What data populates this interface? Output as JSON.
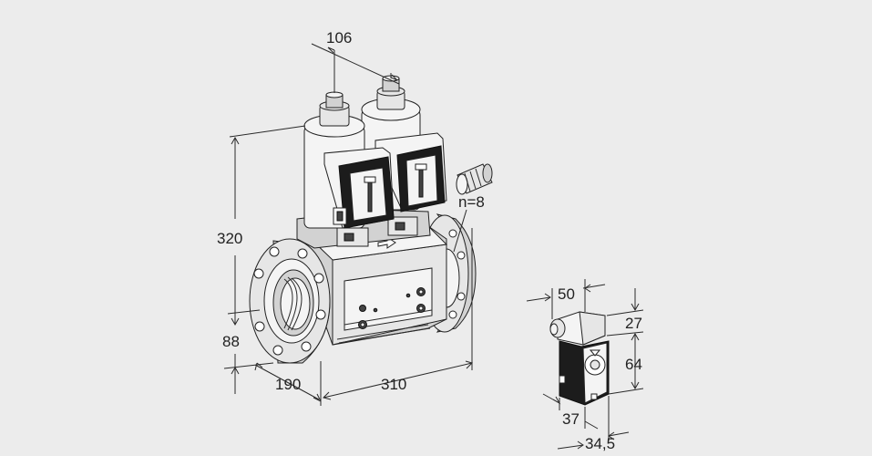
{
  "dimensions": {
    "width_top": "106",
    "height_total": "320",
    "height_bottom": "88",
    "depth": "190",
    "length": "310",
    "connector_count": "n=8",
    "plug_width": "50",
    "plug_height_top": "27",
    "plug_height_body": "64",
    "plug_depth": "37",
    "plug_width_bottom": "34,5"
  },
  "colors": {
    "background": "#ececec",
    "line": "#2a2a2a",
    "body_fill": "#e6e6e6",
    "coil_fill": "#1c1c1c"
  },
  "icons": [
    "arrow-icon",
    "cable-gland-icon"
  ]
}
